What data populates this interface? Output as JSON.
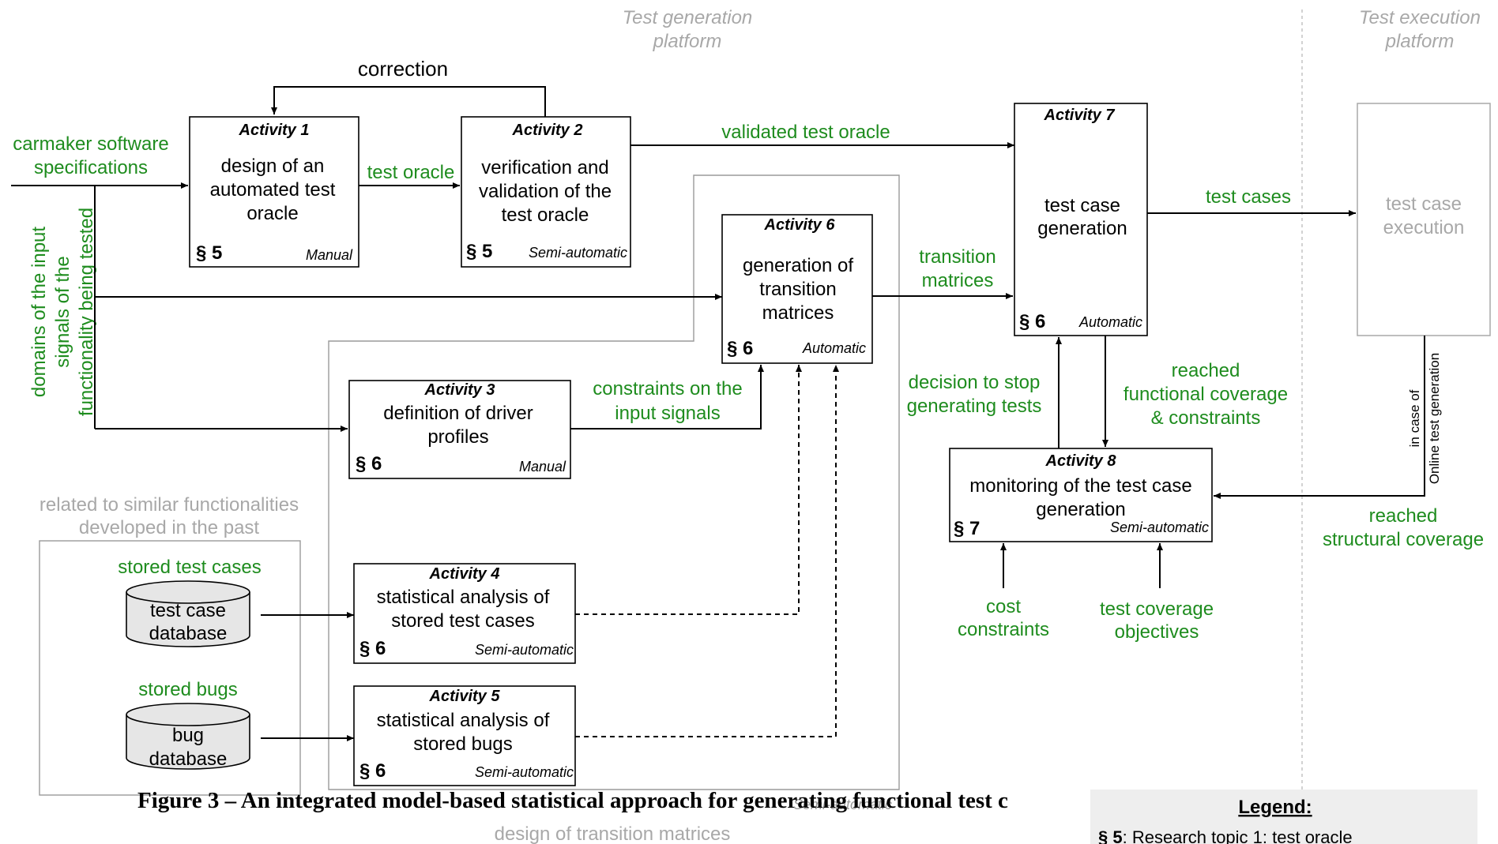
{
  "platforms": {
    "generation": [
      "Test generation",
      "platform"
    ],
    "execution": [
      "Test execution",
      "platform"
    ]
  },
  "activities": {
    "a1": {
      "title": "Activity 1",
      "body": [
        "design of an",
        "automated test",
        "oracle"
      ],
      "section": "§ 5",
      "mode": "Manual"
    },
    "a2": {
      "title": "Activity 2",
      "body": [
        "verification and",
        "validation of the",
        "test oracle"
      ],
      "section": "§ 5",
      "mode": "Semi-automatic"
    },
    "a3": {
      "title": "Activity 3",
      "body": [
        "definition of driver",
        "profiles"
      ],
      "section": "§ 6",
      "mode": "Manual"
    },
    "a4": {
      "title": "Activity 4",
      "body": [
        "statistical analysis of",
        "stored test cases"
      ],
      "section": "§ 6",
      "mode": "Semi-automatic"
    },
    "a5": {
      "title": "Activity 5",
      "body": [
        "statistical analysis of",
        "stored bugs"
      ],
      "section": "§ 6",
      "mode": "Semi-automatic"
    },
    "a6": {
      "title": "Activity 6",
      "body": [
        "generation of",
        "transition",
        "matrices"
      ],
      "section": "§ 6",
      "mode": "Automatic"
    },
    "a7": {
      "title": "Activity 7",
      "body": [
        "test case",
        "generation"
      ],
      "section": "§ 6",
      "mode": "Automatic"
    },
    "a8": {
      "title": "Activity 8",
      "body": [
        "monitoring of the test case",
        "generation"
      ],
      "section": "§ 7",
      "mode": "Semi-automatic"
    }
  },
  "execution_box": [
    "test case",
    "execution"
  ],
  "labels": {
    "correction": "correction",
    "specs": [
      "carmaker software",
      "specifications"
    ],
    "domains": [
      "domains of the input",
      "signals of the",
      "functionality being tested"
    ],
    "test_oracle": "test oracle",
    "validated_test_oracle": "validated test oracle",
    "test_cases": "test cases",
    "transition_matrices": [
      "transition",
      "matrices"
    ],
    "constraints_input": [
      "constraints on the",
      "input signals"
    ],
    "decision_stop": [
      "decision to stop",
      "generating tests"
    ],
    "reached_functional": [
      "reached",
      "functional coverage",
      "& constraints"
    ],
    "online": [
      "in case of",
      "Online test generation"
    ],
    "reached_structural": [
      "reached",
      "structural coverage"
    ],
    "cost": [
      "cost",
      "constraints"
    ],
    "coverage_objectives": [
      "test coverage",
      "objectives"
    ],
    "related": [
      "related to similar functionalities",
      "developed in the past"
    ],
    "stored_test_cases": "stored test cases",
    "stored_bugs": "stored bugs",
    "db_test_cases": [
      "test case",
      "database"
    ],
    "db_bugs": [
      "bug",
      "database"
    ],
    "design_transition": "design of transition matrices",
    "overlap_text": "Semi-automatic"
  },
  "caption": "Figure 3 – An integrated model-based statistical approach for generating functional test c",
  "legend": {
    "title": "Legend:",
    "first_line_key": "§ 5",
    "first_line_text": ": Research topic 1: test oracle"
  },
  "colors": {
    "accent_green": "#1e8c1e",
    "platform_grey": "#a8a8a8",
    "legend_bg": "#eeeeee"
  }
}
